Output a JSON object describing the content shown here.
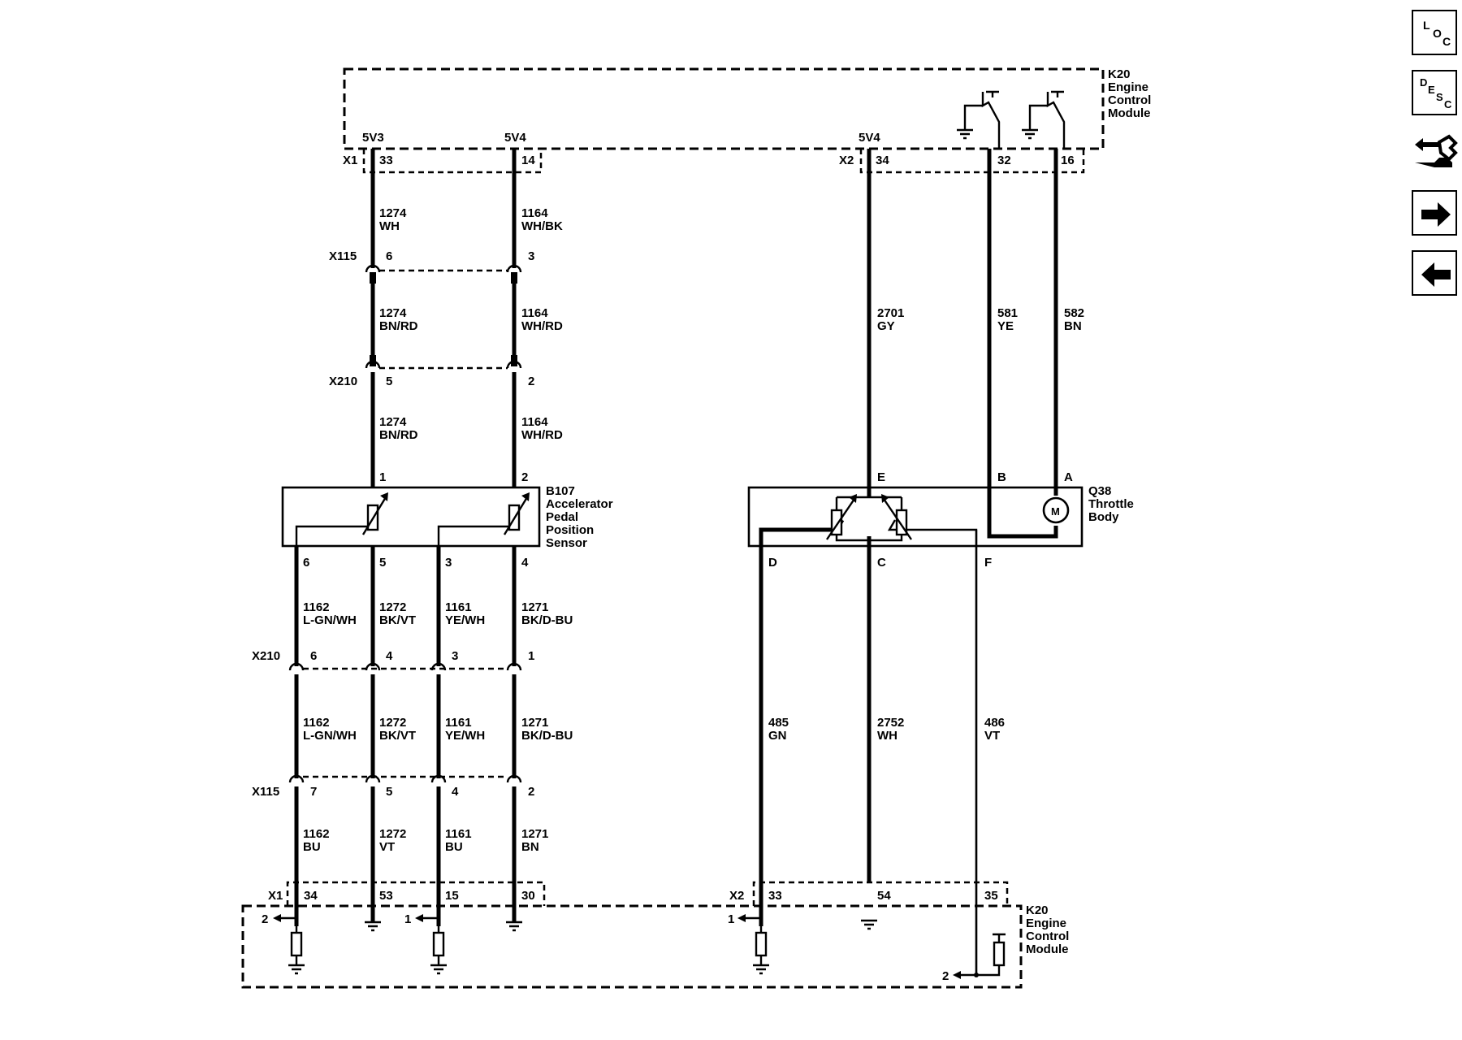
{
  "ecm": {
    "ref": "K20",
    "name_lines": [
      "Engine",
      "Control",
      "Module"
    ]
  },
  "pwr": {
    "v5v3": "5V3",
    "v5v4": "5V4"
  },
  "connectors": {
    "x1": "X1",
    "x2": "X2",
    "x115": "X115",
    "x210": "X210"
  },
  "pins": {
    "x1_top_a": "33",
    "x1_top_b": "14",
    "x2_top_a": "34",
    "x2_top_b": "32",
    "x2_top_c": "16",
    "x115_top_a": "6",
    "x115_top_b": "3",
    "x210_top_a": "5",
    "x210_top_b": "2",
    "b107_1": "1",
    "b107_2": "2",
    "b107_6": "6",
    "b107_5": "5",
    "b107_3": "3",
    "b107_4": "4",
    "q38_e": "E",
    "q38_b": "B",
    "q38_a": "A",
    "q38_d": "D",
    "q38_c": "C",
    "q38_f": "F",
    "x210_bot_a": "6",
    "x210_bot_b": "4",
    "x210_bot_c": "3",
    "x210_bot_d": "1",
    "x115_bot_a": "7",
    "x115_bot_b": "5",
    "x115_bot_c": "4",
    "x115_bot_d": "2",
    "x1_bot_a": "34",
    "x1_bot_b": "53",
    "x1_bot_c": "15",
    "x1_bot_d": "30",
    "x2_bot_a": "33",
    "x2_bot_b": "54",
    "x2_bot_c": "35"
  },
  "wires": {
    "w1274_wh": [
      "1274",
      "WH"
    ],
    "w1164_whbk": [
      "1164",
      "WH/BK"
    ],
    "w1274_bnrd_a": [
      "1274",
      "BN/RD"
    ],
    "w1164_whrd_a": [
      "1164",
      "WH/RD"
    ],
    "w1274_bnrd_b": [
      "1274",
      "BN/RD"
    ],
    "w1164_whrd_b": [
      "1164",
      "WH/RD"
    ],
    "w2701": [
      "2701",
      "GY"
    ],
    "w581": [
      "581",
      "YE"
    ],
    "w582": [
      "582",
      "BN"
    ],
    "w1162_a": [
      "1162",
      "L-GN/WH"
    ],
    "w1272_a": [
      "1272",
      "BK/VT"
    ],
    "w1161_a": [
      "1161",
      "YE/WH"
    ],
    "w1271_a": [
      "1271",
      "BK/D-BU"
    ],
    "w1162_b": [
      "1162",
      "L-GN/WH"
    ],
    "w1272_b": [
      "1272",
      "BK/VT"
    ],
    "w1161_b": [
      "1161",
      "YE/WH"
    ],
    "w1271_b": [
      "1271",
      "BK/D-BU"
    ],
    "w1162_c": [
      "1162",
      "BU"
    ],
    "w1272_c": [
      "1272",
      "VT"
    ],
    "w1161_c": [
      "1161",
      "BU"
    ],
    "w1271_c": [
      "1271",
      "BN"
    ],
    "w485": [
      "485",
      "GN"
    ],
    "w2752": [
      "2752",
      "WH"
    ],
    "w486": [
      "486",
      "VT"
    ]
  },
  "b107": {
    "ref": "B107",
    "name_lines": [
      "Accelerator",
      "Pedal",
      "Position",
      "Sensor"
    ]
  },
  "q38": {
    "ref": "Q38",
    "name_lines": [
      "Throttle",
      "Body"
    ],
    "motor": "M"
  },
  "refs": {
    "r2a": "2",
    "r1a": "1",
    "r1b": "1",
    "r2b": "2"
  },
  "nav": {
    "loc": [
      "L",
      "O",
      "C"
    ],
    "desc": [
      "D",
      "E",
      "S",
      "C"
    ],
    "icons": [
      "connector-end-view-icon",
      "next-arrow-icon",
      "previous-arrow-icon"
    ]
  }
}
